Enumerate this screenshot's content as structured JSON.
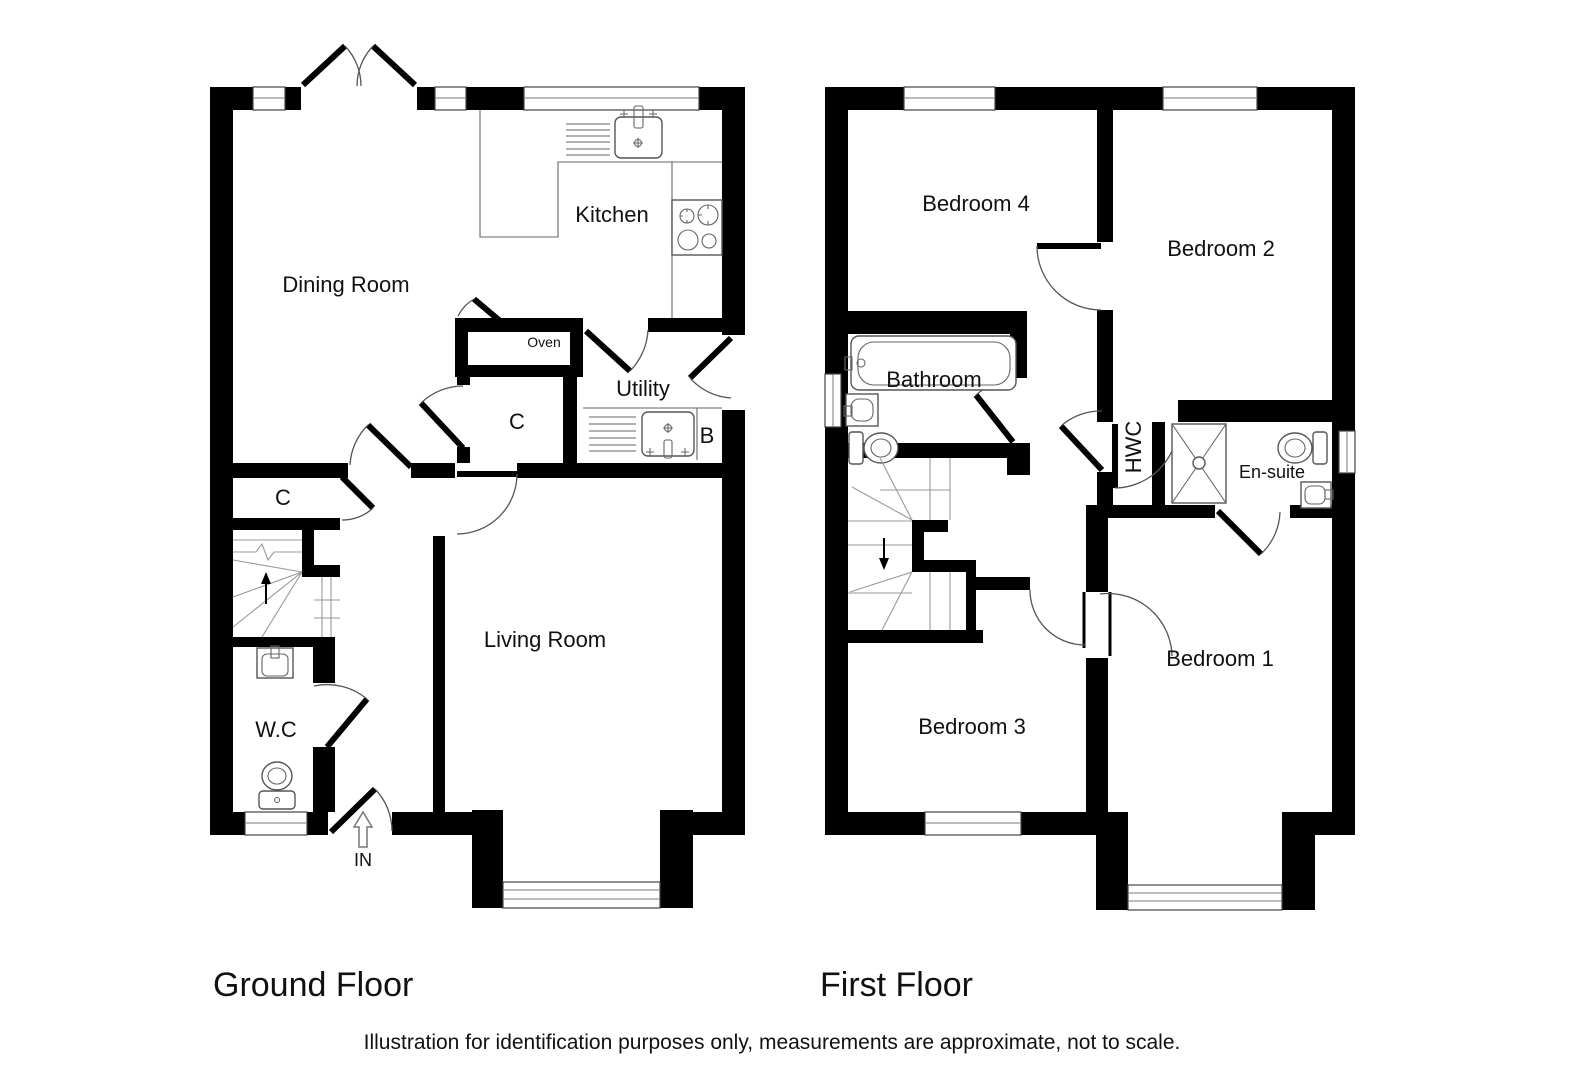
{
  "titles": {
    "ground_floor": "Ground Floor",
    "first_floor": "First Floor",
    "disclaimer": "Illustration for identification purposes only, measurements are approximate, not to scale."
  },
  "ground_floor": {
    "labels": {
      "dining_room": "Dining Room",
      "kitchen": "Kitchen",
      "oven": "Oven",
      "utility": "Utility",
      "cupboard_hall": "C",
      "boiler": "B",
      "cupboard_left": "C",
      "living_room": "Living Room",
      "wc": "W.C",
      "entrance": "IN"
    }
  },
  "first_floor": {
    "labels": {
      "bedroom4": "Bedroom 4",
      "bedroom2": "Bedroom 2",
      "bathroom": "Bathroom",
      "hwc": "HWC",
      "ensuite": "En-suite",
      "bedroom3": "Bedroom 3",
      "bedroom1": "Bedroom 1"
    }
  },
  "colors": {
    "wall": "#000000",
    "line": "#555555",
    "tread": "#999999",
    "text": "#111111",
    "background": "#ffffff"
  }
}
